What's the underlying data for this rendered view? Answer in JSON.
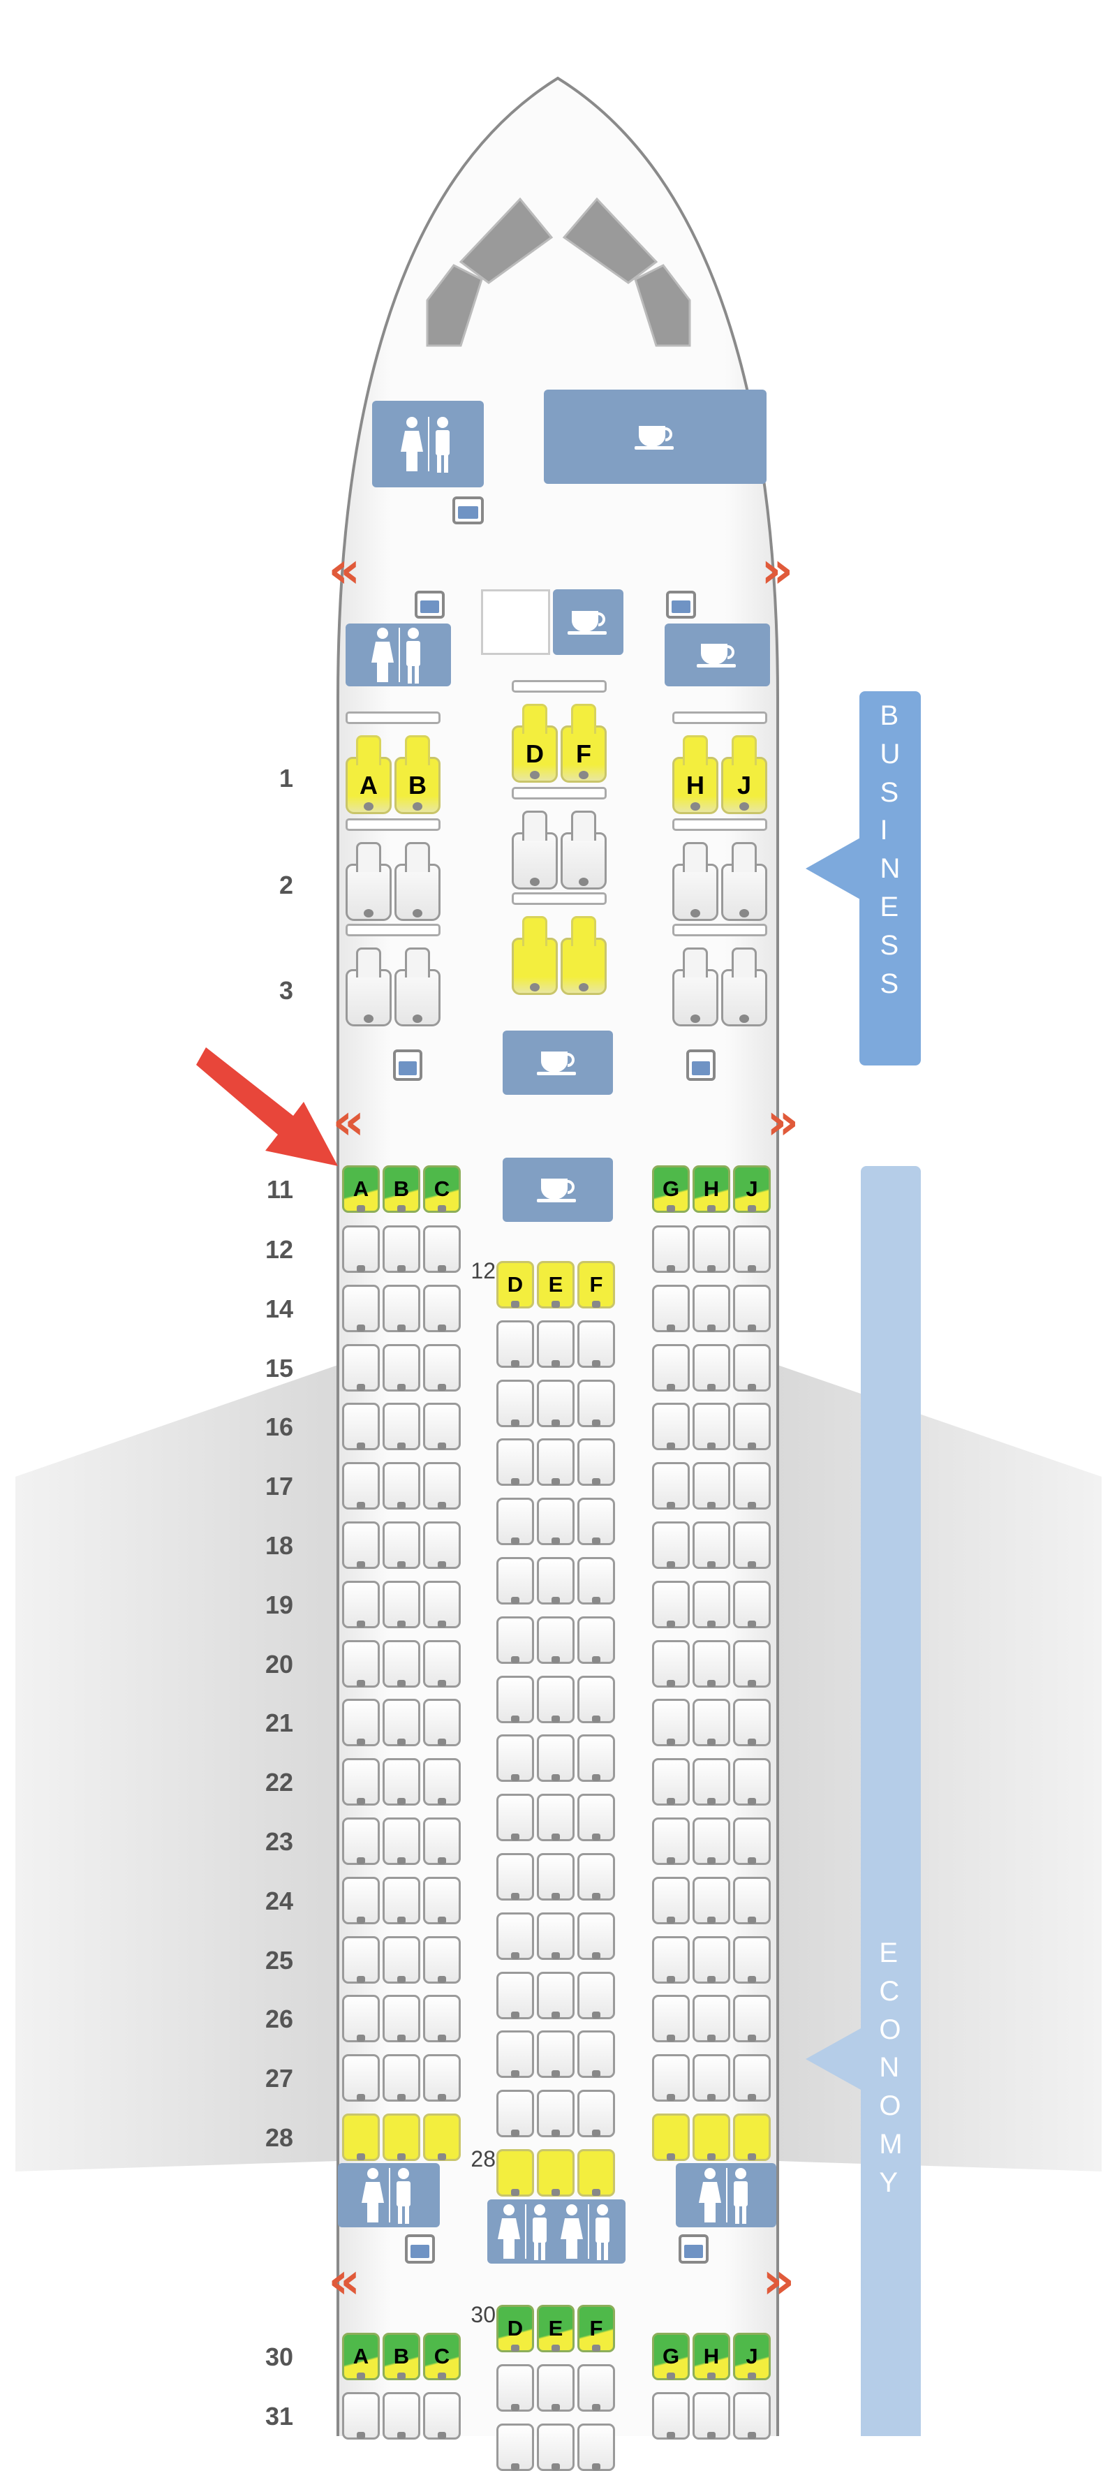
{
  "colors": {
    "galley": "#819fc3",
    "business_label": "#7da9dc",
    "economy_label": "#b5cde8",
    "seat_yellow": "#f3ee3e",
    "seat_green": "#4fb94a",
    "arrow": "#e8463a",
    "exit": "#e05a3a"
  },
  "cabins": {
    "business": "BUSINESS",
    "economy": "ECONOMY"
  },
  "exit_glyphs": {
    "left": "«",
    "right": "»"
  },
  "business_rows": [
    {
      "num": "1",
      "left": {
        "status": "yellow",
        "letters": [
          "A",
          "B"
        ]
      },
      "center": {
        "status": "yellow",
        "letters": [
          "D",
          "F"
        ]
      },
      "right": {
        "status": "yellow",
        "letters": [
          "H",
          "J"
        ]
      }
    },
    {
      "num": "2",
      "left": {
        "status": "plain"
      },
      "center": {
        "status": "plain"
      },
      "right": {
        "status": "plain"
      }
    },
    {
      "num": "3",
      "left": {
        "status": "plain"
      },
      "center": {
        "status": "yellow"
      },
      "right": {
        "status": "plain"
      }
    }
  ],
  "economy_side_rows": [
    {
      "num": "11",
      "status": "green",
      "left": [
        "A",
        "B",
        "C"
      ],
      "right": [
        "G",
        "H",
        "J"
      ]
    },
    {
      "num": "12",
      "status": "plain"
    },
    {
      "num": "14",
      "status": "plain"
    },
    {
      "num": "15",
      "status": "plain"
    },
    {
      "num": "16",
      "status": "plain"
    },
    {
      "num": "17",
      "status": "plain"
    },
    {
      "num": "18",
      "status": "plain"
    },
    {
      "num": "19",
      "status": "plain"
    },
    {
      "num": "20",
      "status": "plain"
    },
    {
      "num": "21",
      "status": "plain"
    },
    {
      "num": "22",
      "status": "plain"
    },
    {
      "num": "23",
      "status": "plain"
    },
    {
      "num": "24",
      "status": "plain"
    },
    {
      "num": "25",
      "status": "plain"
    },
    {
      "num": "26",
      "status": "plain"
    },
    {
      "num": "27",
      "status": "plain"
    },
    {
      "num": "28",
      "status": "yellow"
    },
    {
      "num": "30",
      "status": "green",
      "left": [
        "A",
        "B",
        "C"
      ],
      "right": [
        "G",
        "H",
        "J"
      ]
    },
    {
      "num": "31",
      "status": "plain"
    }
  ],
  "economy_center_rows": [
    {
      "label": "12",
      "status": "yellow",
      "seats": [
        "D",
        "E",
        "F"
      ]
    },
    {
      "status": "plain"
    },
    {
      "status": "plain"
    },
    {
      "status": "plain"
    },
    {
      "status": "plain"
    },
    {
      "status": "plain"
    },
    {
      "status": "plain"
    },
    {
      "status": "plain"
    },
    {
      "status": "plain"
    },
    {
      "status": "plain"
    },
    {
      "status": "plain"
    },
    {
      "status": "plain"
    },
    {
      "status": "plain"
    },
    {
      "status": "plain"
    },
    {
      "status": "plain"
    },
    {
      "label": "28",
      "status": "yellow"
    },
    {
      "label": "30",
      "status": "green",
      "seats": [
        "D",
        "E",
        "F"
      ]
    },
    {
      "status": "plain"
    },
    {
      "status": "plain"
    }
  ]
}
